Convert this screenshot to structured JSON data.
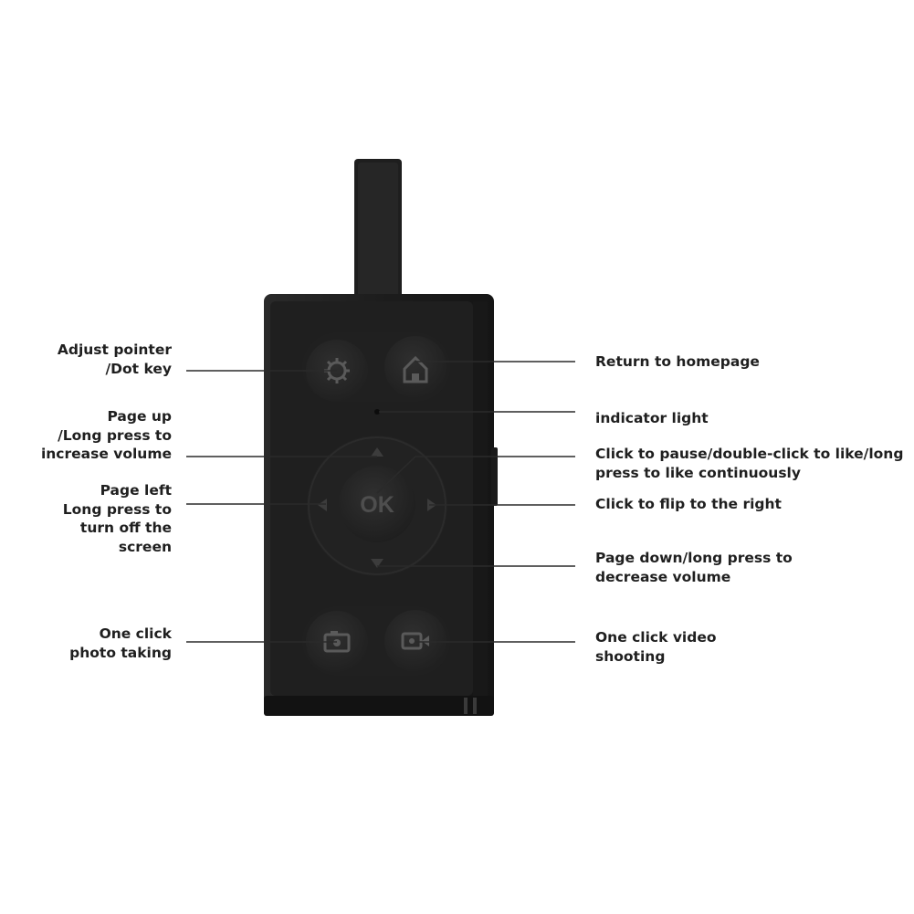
{
  "labels": {
    "adjust_pointer": "Adjust pointer\n/Dot key",
    "page_up": "Page up\n/Long press to\nincrease volume",
    "page_left": "Page left\nLong press to\nturn off the\nscreen",
    "photo": "One click\nphoto taking",
    "homepage": "Return to homepage",
    "indicator": "indicator light",
    "ok_action": "Click to pause/double-click to like/long\npress to like continuously",
    "flip_right": "Click to flip to the right",
    "page_down": "Page down/long press to\ndecrease volume",
    "video": "One click video\nshooting"
  },
  "device": {
    "ok_label": "OK",
    "icons": [
      "gear-icon",
      "home-icon",
      "camera-icon",
      "video-camera-icon",
      "arrow-up-icon",
      "arrow-down-icon",
      "arrow-left-icon",
      "arrow-right-icon"
    ],
    "colors": {
      "body": "#1b1b1b",
      "button": "#262626",
      "icon": "#5a5a5a",
      "line": "#2a2a2a"
    }
  }
}
